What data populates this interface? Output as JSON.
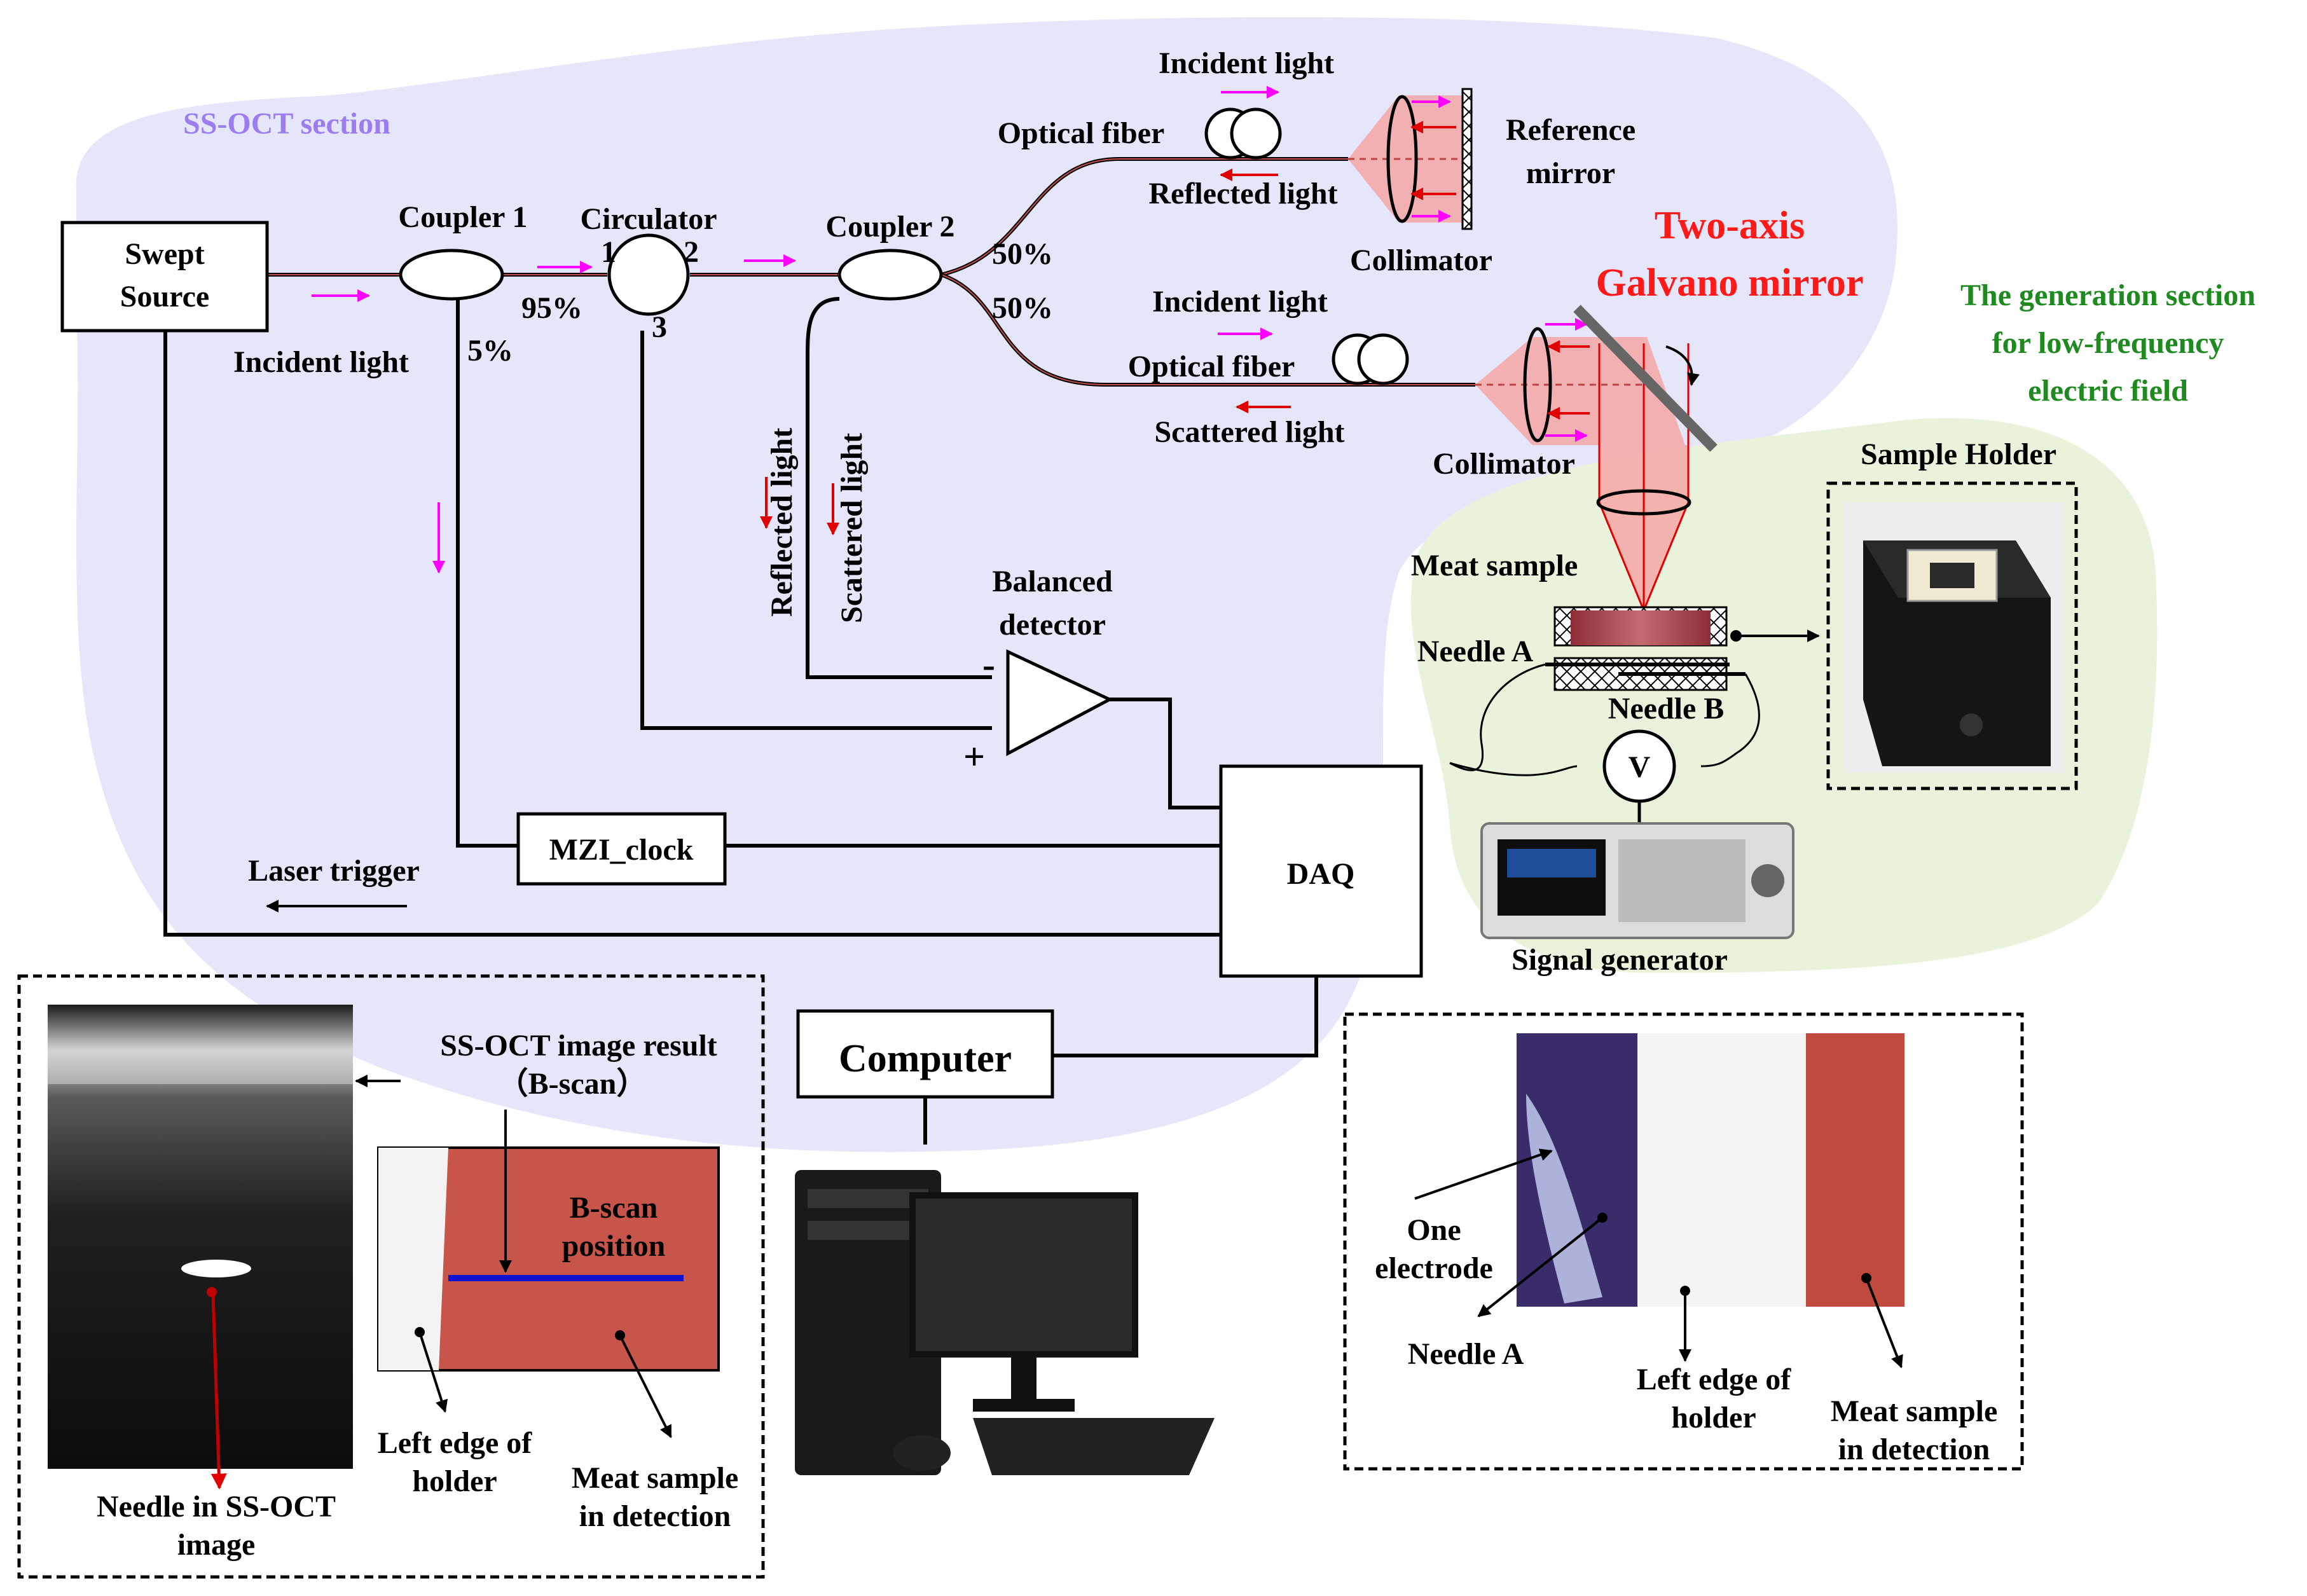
{
  "colors": {
    "oct_bg": "#e6e6fb",
    "gen_bg": "#e9f3dc",
    "oct_title": "#9b7df0",
    "gen_title": "#1f8a1f",
    "galvo_title": "#ff1a1a",
    "magenta_arrow": "#ff00ff",
    "red_arrow": "#e00000",
    "beam": "#f4a6a6",
    "meat": "#b5565d",
    "bscan_line": "#1010d0"
  },
  "sections": {
    "oct_title": "SS-OCT section",
    "gen_title_line1": "The generation section",
    "gen_title_line2": "for low-frequency",
    "gen_title_line3": "electric field",
    "galvo_line1": "Two-axis",
    "galvo_line2": "Galvano mirror"
  },
  "components": {
    "swept_source_line1": "Swept",
    "swept_source_line2": "Source",
    "coupler1": "Coupler 1",
    "circulator": "Circulator",
    "coupler2": "Coupler 2",
    "balanced_line1": "Balanced",
    "balanced_line2": "detector",
    "mzi": "MZI_clock",
    "daq": "DAQ",
    "computer": "Computer",
    "collimator_top": "Collimator",
    "collimator_bottom": "Collimator",
    "reference_line1": "Reference",
    "reference_line2": "mirror",
    "sample_holder": "Sample Holder",
    "signal_generator": "Signal generator",
    "voltmeter": "V"
  },
  "fiber_labels": {
    "incident_top": "Incident light",
    "optical_fiber_top": "Optical fiber",
    "reflected_top": "Reflected light",
    "incident_mid": "Incident light",
    "optical_fiber_mid": "Optical fiber",
    "scattered_mid": "Scattered light",
    "incident_source": "Incident light",
    "reflected_vert": "Reflected light",
    "scattered_vert": "Scattered light",
    "laser_trigger": "Laser trigger"
  },
  "ports": {
    "p95": "95%",
    "p5": "5%",
    "port1": "1",
    "port2": "2",
    "port3": "3",
    "p50a": "50%",
    "p50b": "50%",
    "minus": "-",
    "plus": "+"
  },
  "sample": {
    "meat_sample": "Meat sample",
    "needle_a": "Needle A",
    "needle_b": "Needle B"
  },
  "result_panel": {
    "result_line1": "SS-OCT image result",
    "result_line2": "（B-scan）",
    "bscan_line1": "B-scan",
    "bscan_line2": "position",
    "left_edge_line1": "Left edge of",
    "left_edge_line2": "holder",
    "meat_line1": "Meat sample",
    "meat_line2": "in detection",
    "needle_line1": "Needle in SS-OCT",
    "needle_line2": "image"
  },
  "photo_panel": {
    "one_line1": "One",
    "one_line2": "electrode",
    "needle_a": "Needle A",
    "left_edge_line1": "Left edge of",
    "left_edge_line2": "holder",
    "meat_line1": "Meat sample",
    "meat_line2": "in detection"
  }
}
